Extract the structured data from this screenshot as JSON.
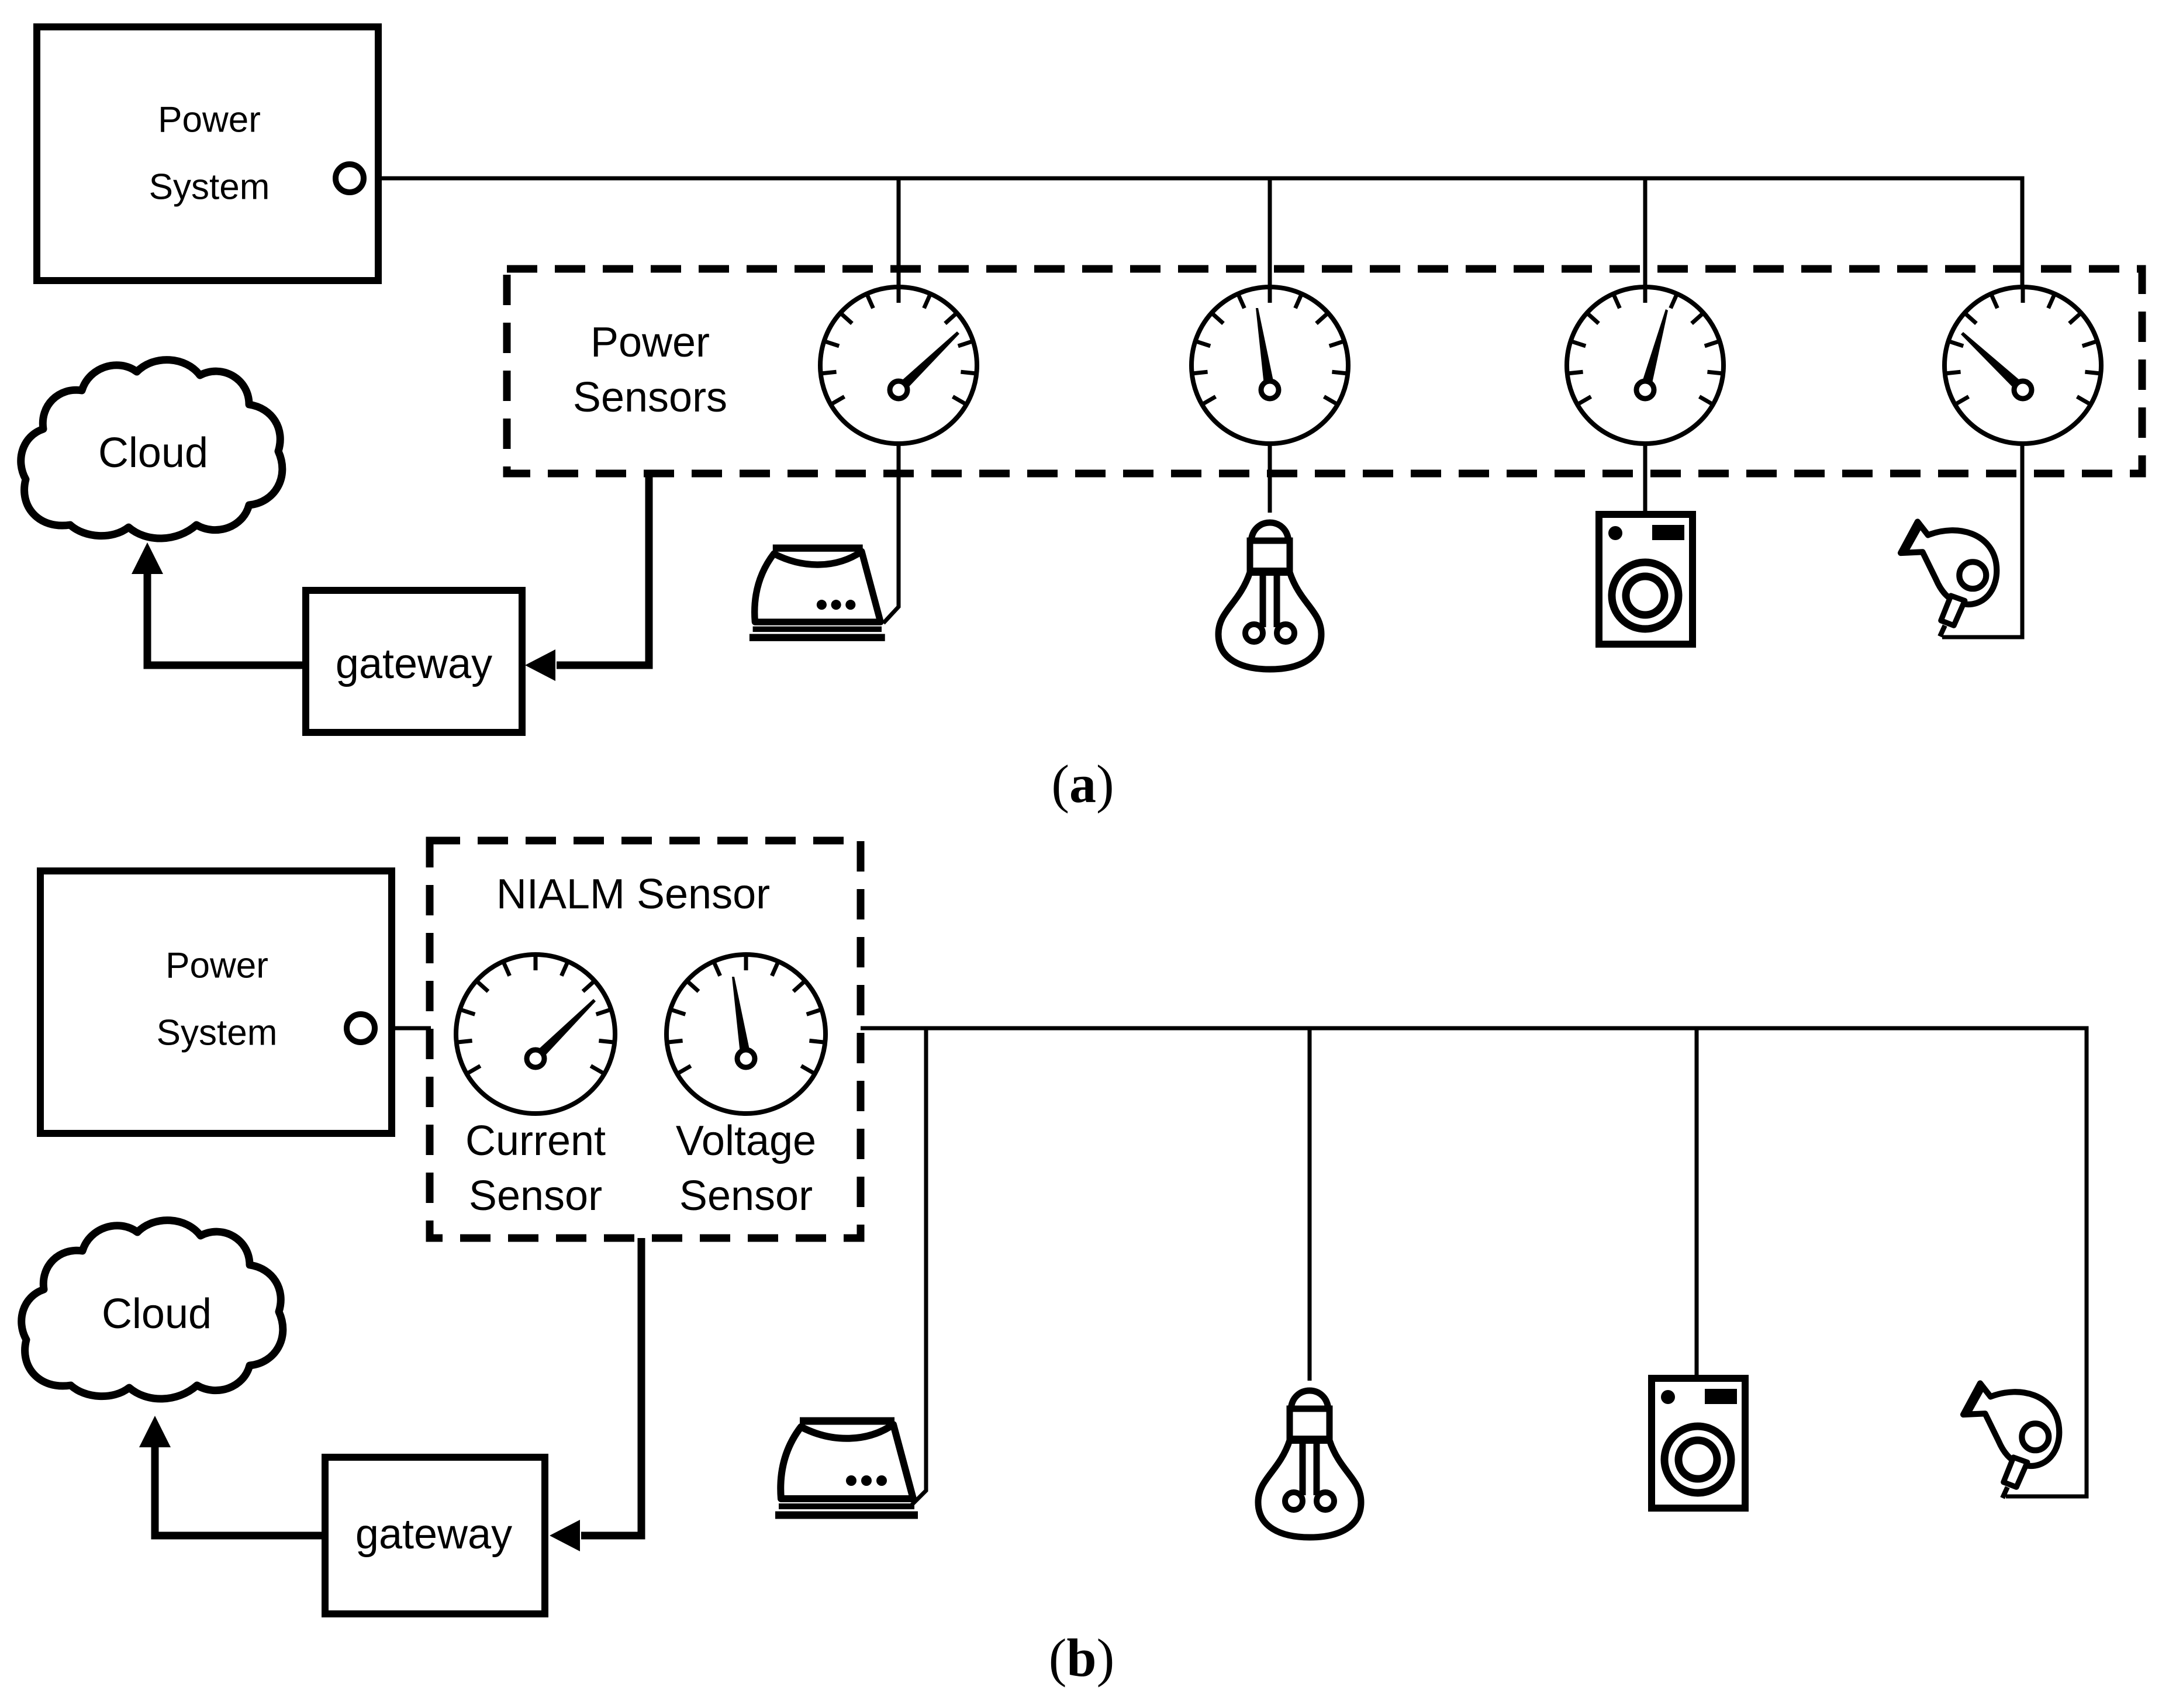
{
  "figure": {
    "colors": {
      "ink": "#000000",
      "background": "#ffffff"
    },
    "icons": [
      "power-gauge-icon",
      "iron-icon",
      "light-bulb-icon",
      "washing-machine-icon",
      "hair-dryer-icon",
      "cloud-icon",
      "connector-circle-icon",
      "arrowhead-icon"
    ],
    "diagram_a": {
      "figure_label": {
        "open": "(",
        "letter": "a",
        "close": ")"
      },
      "power_system_box": {
        "line1": "Power",
        "line2": "System"
      },
      "power_sensors_box": {
        "line1": "Power",
        "line2": "Sensors"
      },
      "cloud_label": "Cloud",
      "gateway_label": "gateway",
      "appliances": [
        "iron",
        "light bulb",
        "washing machine",
        "hair dryer"
      ],
      "gauge_count": 4
    },
    "diagram_b": {
      "figure_label": {
        "open": "(",
        "letter": "b",
        "close": ")"
      },
      "power_system_box": {
        "line1": "Power",
        "line2": "System"
      },
      "nialm_box_title": "NIALM Sensor",
      "current_sensor_label": {
        "line1": "Current",
        "line2": "Sensor"
      },
      "voltage_sensor_label": {
        "line1": "Voltage",
        "line2": "Sensor"
      },
      "cloud_label": "Cloud",
      "gateway_label": "gateway",
      "appliances": [
        "iron",
        "light bulb",
        "washing machine",
        "hair dryer"
      ],
      "gauge_count": 2
    }
  }
}
